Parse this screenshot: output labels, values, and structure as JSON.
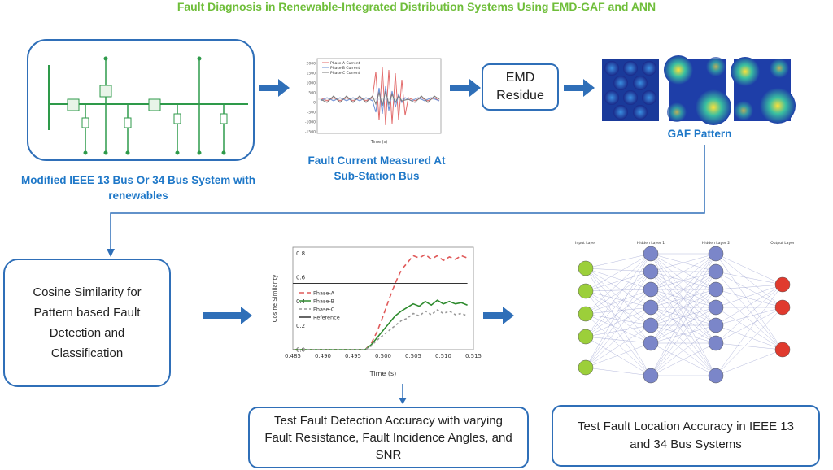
{
  "title": "Fault Diagnosis in Renewable-Integrated Distribution Systems Using EMD-GAF and ANN",
  "captions": {
    "system": "Modified IEEE 13 Bus Or 34 Bus System with renewables",
    "fault_current": "Fault Current Measured At Sub-Station Bus",
    "gaf": "GAF Pattern"
  },
  "boxes": {
    "emd": "EMD Residue",
    "cosine": "Cosine Similarity for Pattern based Fault Detection and Classification",
    "test_detection": "Test Fault Detection Accuracy with varying Fault Resistance, Fault Incidence Angles, and SNR",
    "test_location": "Test Fault Location Accuracy in IEEE 13 and 34 Bus Systems"
  },
  "chart_data": [
    {
      "type": "line",
      "title": "",
      "xlabel": "Time (s)",
      "ylabel": "",
      "legend": [
        "Phase-A Current",
        "Phase-B Current",
        "Phase-C Current"
      ],
      "legend_position": "top-left",
      "yticks": [
        "2000",
        "1500",
        "1000",
        "500",
        "0",
        "-500",
        "-1000",
        "-1500"
      ],
      "series": [
        {
          "name": "Phase-A Current",
          "color": "#e26b6b"
        },
        {
          "name": "Phase-B Current",
          "color": "#6b8fd6"
        },
        {
          "name": "Phase-C Current",
          "color": "#7a7a7a"
        }
      ]
    },
    {
      "type": "line",
      "title": "",
      "xlabel": "Time (s)",
      "ylabel": "Cosine Similarity",
      "xticks": [
        "0.485",
        "0.490",
        "0.495",
        "0.500",
        "0.505",
        "0.510",
        "0.515"
      ],
      "yticks": [
        "0.0",
        "0.2",
        "0.4",
        "0.6",
        "0.8"
      ],
      "xlim": [
        0.485,
        0.515
      ],
      "ylim": [
        0.0,
        0.85
      ],
      "legend_position": "middle-left",
      "series": [
        {
          "name": "Phase-A",
          "color": "#e05a5a",
          "dash": "6,4",
          "x": [
            0.485,
            0.497,
            0.498,
            0.499,
            0.5,
            0.501,
            0.502,
            0.503,
            0.504,
            0.505,
            0.506,
            0.507,
            0.508,
            0.509,
            0.51,
            0.511,
            0.512,
            0.513,
            0.514
          ],
          "y": [
            0.0,
            0.0,
            0.05,
            0.15,
            0.28,
            0.42,
            0.55,
            0.66,
            0.72,
            0.78,
            0.76,
            0.79,
            0.75,
            0.78,
            0.74,
            0.77,
            0.75,
            0.78,
            0.76
          ]
        },
        {
          "name": "Phase-B",
          "color": "#2e8b2e",
          "dash": "",
          "x": [
            0.485,
            0.497,
            0.498,
            0.499,
            0.5,
            0.501,
            0.502,
            0.503,
            0.504,
            0.505,
            0.506,
            0.507,
            0.508,
            0.509,
            0.51,
            0.511,
            0.512,
            0.513,
            0.514
          ],
          "y": [
            0.0,
            0.0,
            0.04,
            0.1,
            0.16,
            0.22,
            0.28,
            0.32,
            0.35,
            0.38,
            0.36,
            0.4,
            0.37,
            0.41,
            0.38,
            0.4,
            0.38,
            0.39,
            0.37
          ]
        },
        {
          "name": "Phase-C",
          "color": "#999999",
          "dash": "3,3",
          "x": [
            0.485,
            0.497,
            0.498,
            0.499,
            0.5,
            0.501,
            0.502,
            0.503,
            0.504,
            0.505,
            0.506,
            0.507,
            0.508,
            0.509,
            0.51,
            0.511,
            0.512,
            0.513,
            0.514
          ],
          "y": [
            0.0,
            0.0,
            0.03,
            0.08,
            0.12,
            0.16,
            0.2,
            0.24,
            0.26,
            0.3,
            0.28,
            0.32,
            0.29,
            0.33,
            0.3,
            0.32,
            0.29,
            0.3,
            0.28
          ]
        },
        {
          "name": "Reference",
          "color": "#333333",
          "dash": "",
          "x": [
            0.485,
            0.514
          ],
          "y": [
            0.55,
            0.55
          ]
        }
      ]
    }
  ],
  "ann": {
    "layers": [
      "Input Layer",
      "Hidden Layer 1",
      "Hidden Layer 2",
      "Output Layer"
    ],
    "colors": {
      "input": "#9ccf3a",
      "hidden": "#7b86c9",
      "output": "#e03a2e"
    }
  }
}
